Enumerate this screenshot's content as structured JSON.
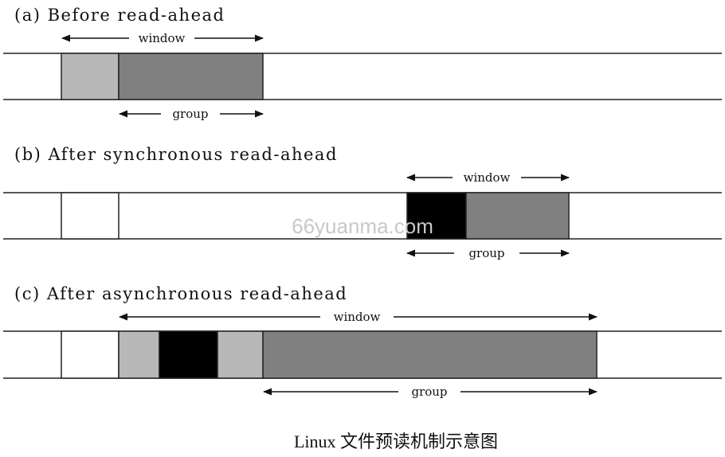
{
  "sections": [
    {
      "title": "(a) Before read-ahead",
      "window_label": "window",
      "group_label": "group",
      "blocks": [
        "light",
        "medium"
      ]
    },
    {
      "title": "(b) After synchronous read-ahead",
      "window_label": "window",
      "group_label": "group",
      "blocks": [
        "white",
        "black",
        "medium"
      ]
    },
    {
      "title": "(c) After asynchronous read-ahead",
      "window_label": "window",
      "group_label": "group",
      "blocks": [
        "white",
        "light",
        "black",
        "light",
        "medium"
      ]
    }
  ],
  "watermark": "66yuanma.com",
  "caption": "Linux 文件预读机制示意图",
  "colors": {
    "light": "#b8b8b8",
    "medium": "#808080",
    "black": "#000000",
    "white": "#ffffff",
    "line": "#222222"
  }
}
